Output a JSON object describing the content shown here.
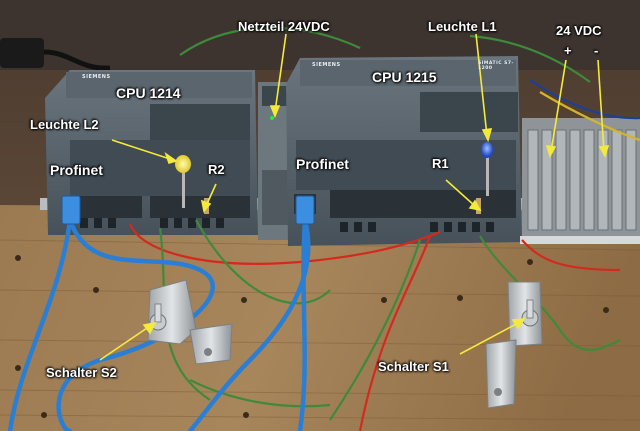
{
  "labels": {
    "psu": "Netzteil 24VDC",
    "lamp_l1": "Leuchte L1",
    "dc_title": "24 VDC",
    "dc_plus": "+",
    "dc_minus": "-",
    "cpu_left": "CPU 1214",
    "cpu_right": "CPU 1215",
    "lamp_l2": "Leuchte L2",
    "profinet_left": "Profinet",
    "profinet_right": "Profinet",
    "r1": "R1",
    "r2": "R2",
    "switch_s2": "Schalter S2",
    "switch_s1": "Schalter S1"
  },
  "device_markings": {
    "brand": "SIEMENS",
    "series": "SIMATIC S7-1200"
  },
  "colors": {
    "arrow": "#f4ea3a",
    "plc_body": "#4f5a62",
    "ethernet_cable": "#2a7fd4",
    "wire_red": "#d42a1e",
    "wire_green": "#3f8a3a",
    "wire_blue": "#1d3f9a",
    "lamp_yellow": "#f4e64a",
    "lamp_blue": "#2d5bd8"
  }
}
